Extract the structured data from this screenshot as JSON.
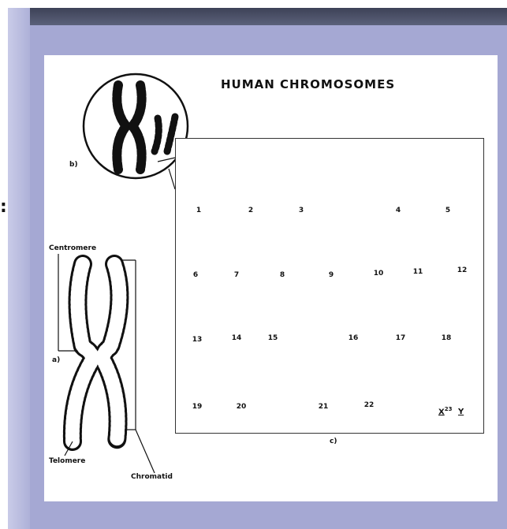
{
  "title": "HUMAN CHROMOSOMES",
  "side_mark": ":",
  "labels": {
    "panel_a": "a)",
    "panel_b": "b)",
    "panel_c": "c)",
    "centromere": "Centromere",
    "telomere": "Telomere",
    "chromatid": "Chromatid"
  },
  "chromosome_numbers": [
    "1",
    "2",
    "3",
    "4",
    "5",
    "6",
    "7",
    "8",
    "9",
    "10",
    "11",
    "12",
    "13",
    "14",
    "15",
    "16",
    "17",
    "18",
    "19",
    "20",
    "21",
    "22"
  ],
  "sex_chromosomes": {
    "number": "23",
    "x": "X",
    "y": "Y"
  },
  "colors": {
    "bezel_dark": "#3d4257",
    "bezel_light": "#c9cbe8",
    "frame": "#a5a8d3",
    "ink": "#111111"
  }
}
